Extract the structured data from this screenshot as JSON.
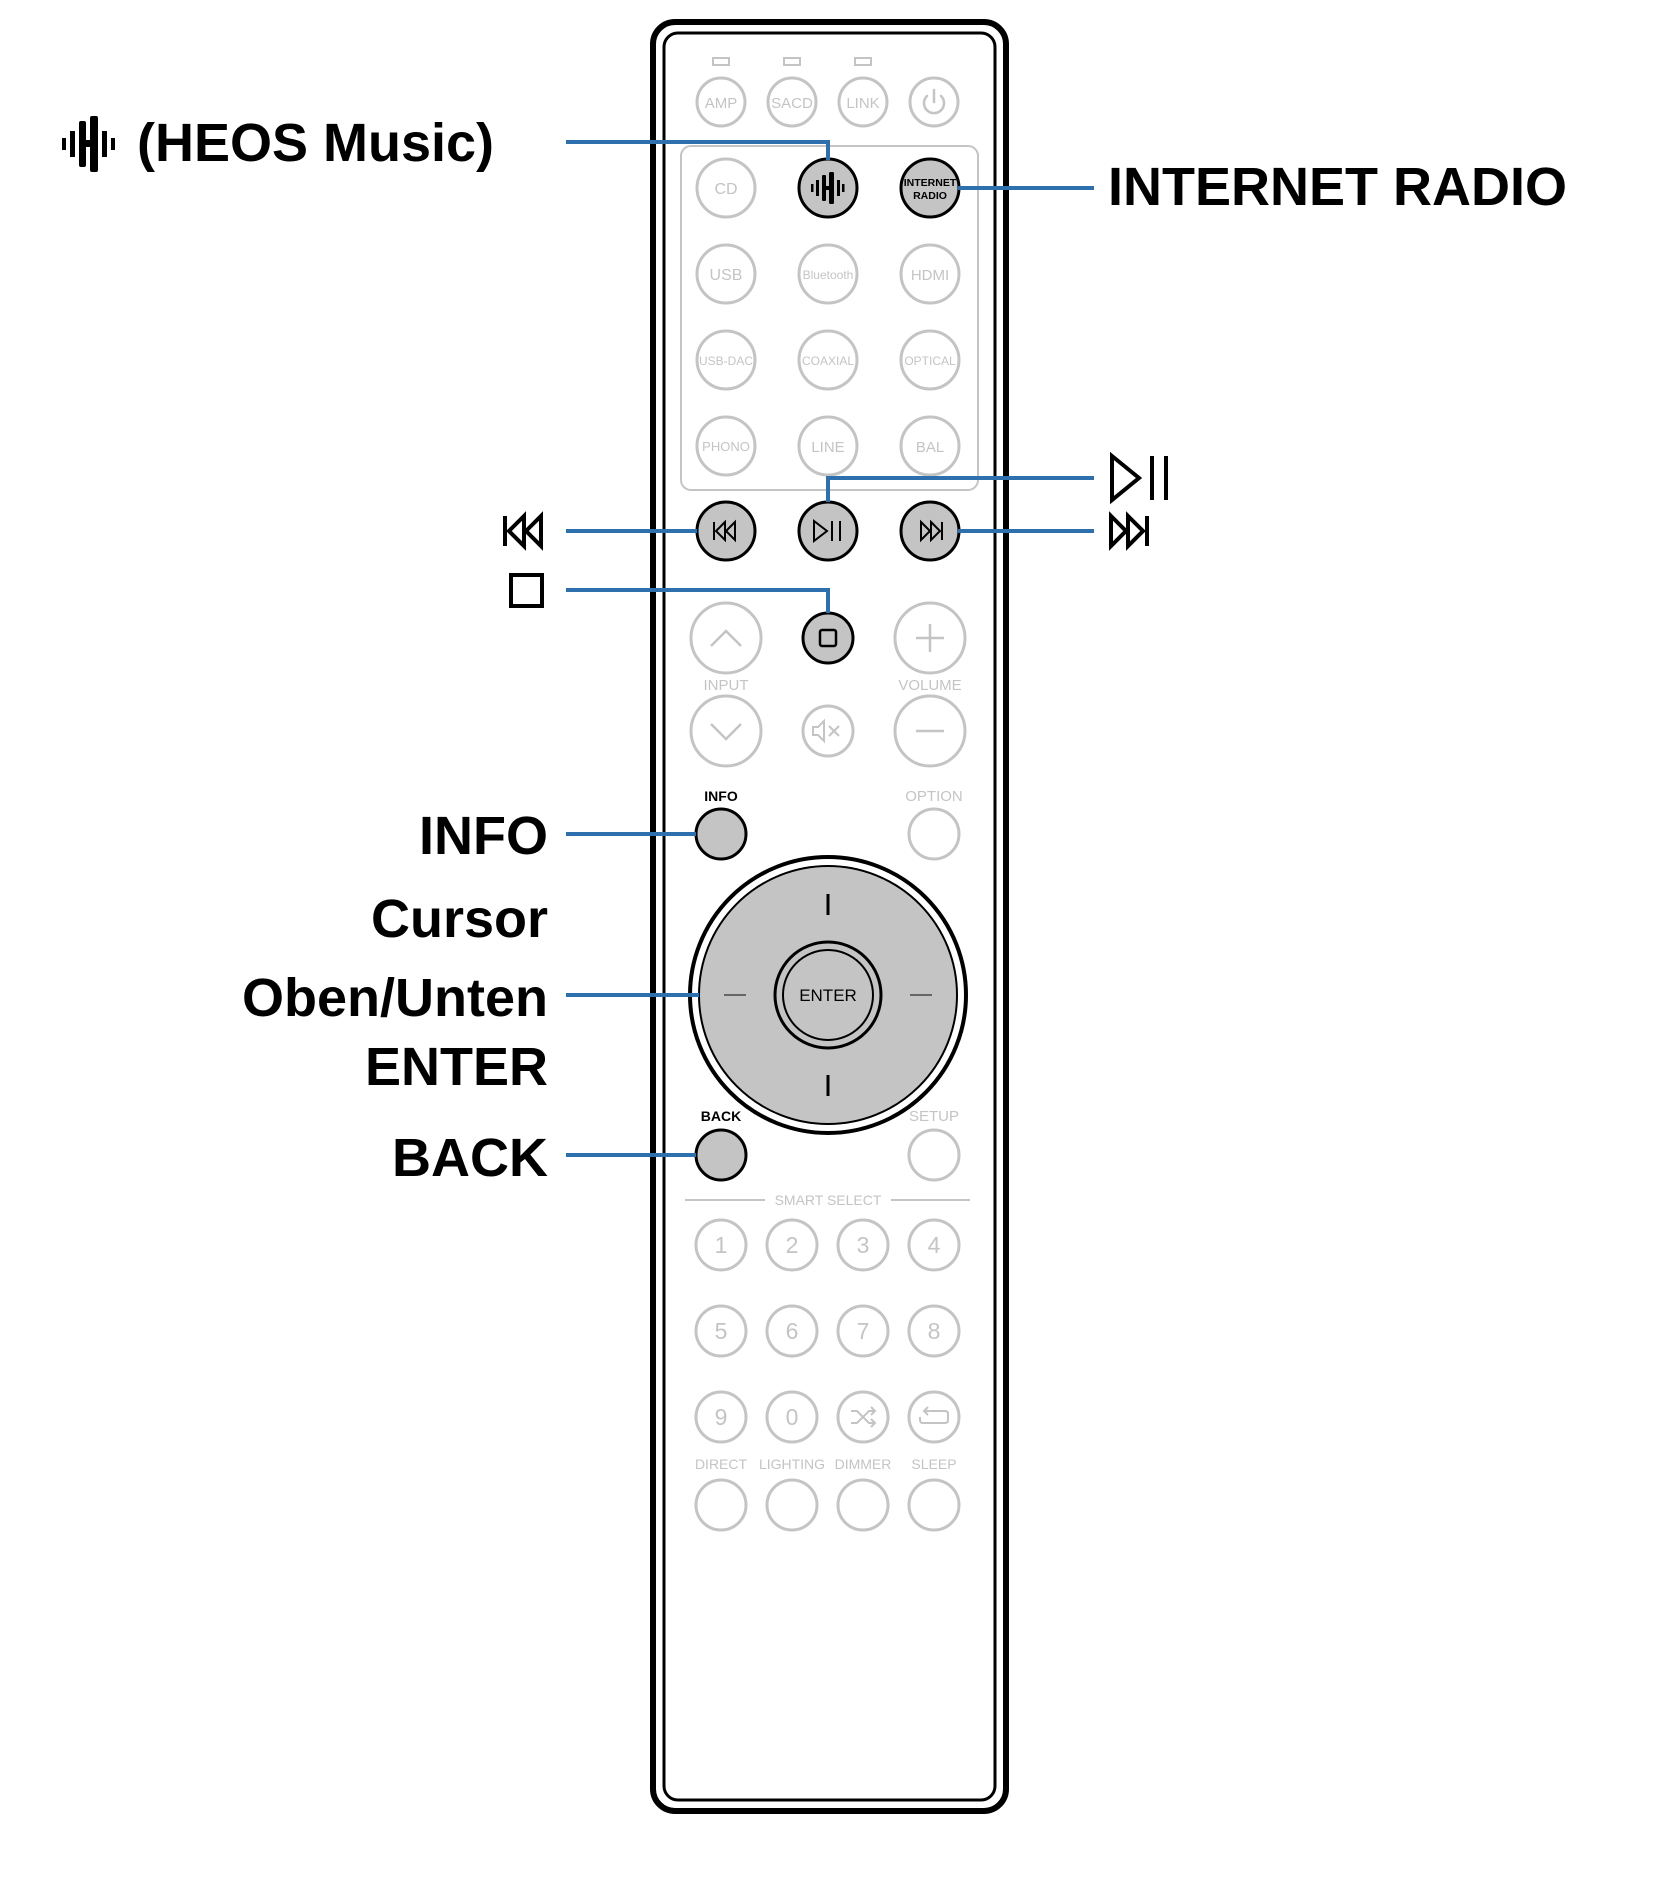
{
  "callouts": {
    "heos": "(HEOS Music)",
    "internet_radio": "INTERNET RADIO",
    "info": "INFO",
    "cursor_line1": "Cursor",
    "cursor_line2": "Oben/Unten",
    "enter": "ENTER",
    "back": "BACK"
  },
  "remote": {
    "top_row": [
      "AMP",
      "SACD",
      "LINK"
    ],
    "source_rows": [
      [
        "CD",
        "",
        "INTERNET RADIO"
      ],
      [
        "USB",
        "Bluetooth",
        "HDMI"
      ],
      [
        "USB-DAC",
        "COAXIAL",
        "OPTICAL"
      ],
      [
        "PHONO",
        "LINE",
        "BAL"
      ]
    ],
    "input_label": "INPUT",
    "volume_label": "VOLUME",
    "info_label": "INFO",
    "option_label": "OPTION",
    "enter_label": "ENTER",
    "back_label": "BACK",
    "setup_label": "SETUP",
    "smart_select_label": "SMART SELECT",
    "numbers_row1": [
      "1",
      "2",
      "3",
      "4"
    ],
    "numbers_row2": [
      "5",
      "6",
      "7",
      "8"
    ],
    "numbers_row3": [
      "9",
      "0"
    ],
    "bottom_labels": [
      "DIRECT",
      "LIGHTING",
      "DIMMER",
      "SLEEP"
    ]
  },
  "colors": {
    "callout_line": "#2e6fad",
    "highlight_fill": "#c4c4c4",
    "inactive_stroke": "#c4c4c4",
    "outline": "#000000"
  }
}
